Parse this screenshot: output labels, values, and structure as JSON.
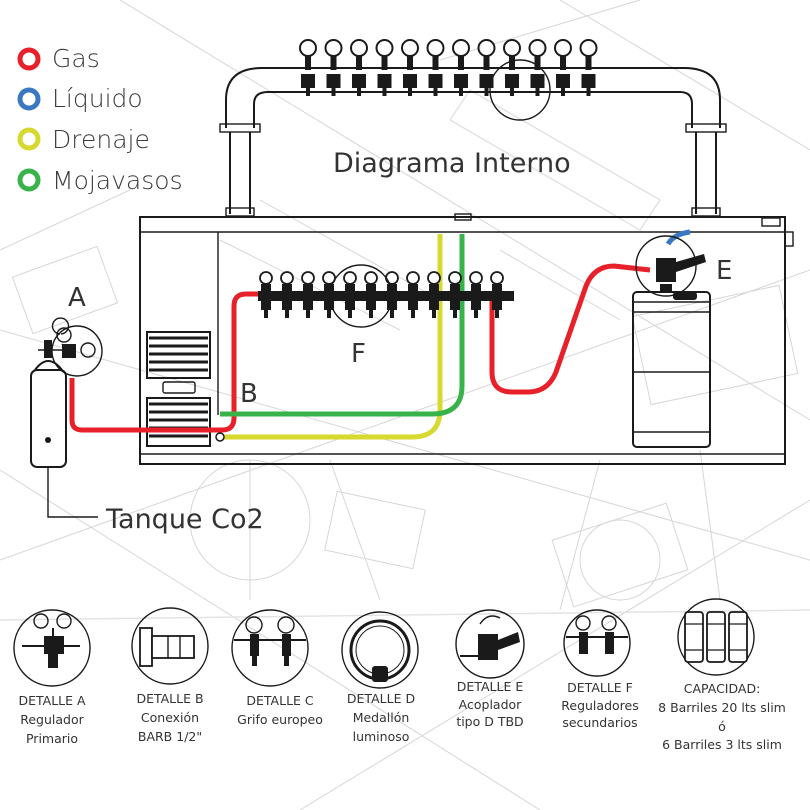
{
  "colors": {
    "gas": "#e8202a",
    "liquid": "#3a78c2",
    "drain": "#d7d92e",
    "rinser": "#37b34a",
    "ink": "#1a1a1a"
  },
  "legend": [
    {
      "label": "Gas",
      "color": "#e8202a"
    },
    {
      "label": "Líquido",
      "color": "#3a78c2"
    },
    {
      "label": "Drenaje",
      "color": "#d7d92e"
    },
    {
      "label": "Mojavasos",
      "color": "#37b34a"
    }
  ],
  "title": "Diagrama Interno",
  "markers": {
    "a": "A",
    "b": "B",
    "e": "E",
    "f": "F"
  },
  "tank_label": "Tanque Co2",
  "details": [
    {
      "icon": "primary-regulator-icon",
      "lines": [
        "DETALLE A",
        "Regulador",
        "Primario"
      ]
    },
    {
      "icon": "barb-connection-icon",
      "lines": [
        "DETALLE B",
        "Conexión",
        "BARB 1/2\""
      ]
    },
    {
      "icon": "european-tap-icon",
      "lines": [
        "DETALLE C",
        "Grifo europeo"
      ]
    },
    {
      "icon": "light-medallion-icon",
      "lines": [
        "DETALLE D",
        "Medallón",
        "luminoso"
      ]
    },
    {
      "icon": "coupler-icon",
      "lines": [
        "DETALLE E",
        "Acoplador",
        "tipo D TBD"
      ]
    },
    {
      "icon": "secondary-regulators-icon",
      "lines": [
        "DETALLE F",
        "Reguladores",
        "secundarios"
      ]
    }
  ],
  "capacity": {
    "icon": "kegs-icon",
    "lines": [
      "CAPACIDAD:",
      "8 Barriles 20 lts slim",
      "ó",
      "6 Barriles 3 lts slim"
    ]
  }
}
